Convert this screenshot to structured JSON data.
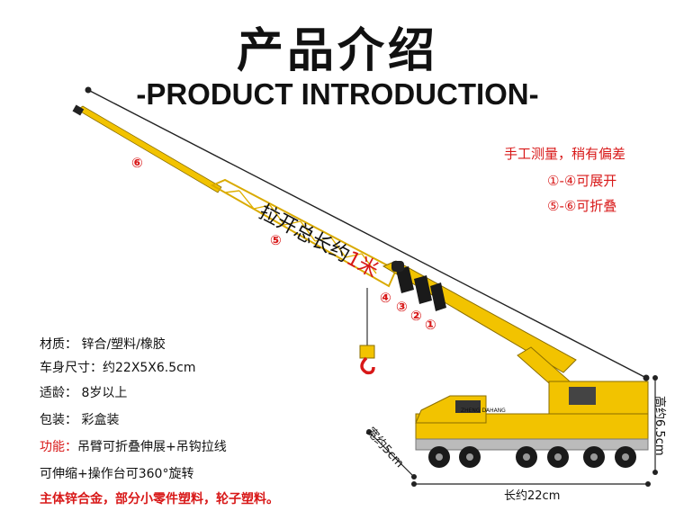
{
  "title_cn": "产品介绍",
  "title_en": "-PRODUCT INTRODUCTION-",
  "notes": {
    "measure": "手工测量，稍有偏差",
    "expand": "①-④可展开",
    "fold": "⑤-⑥可折叠"
  },
  "boom_length": {
    "prefix": "拉开总长约",
    "value": "1米"
  },
  "markers": [
    "⑥",
    "⑤",
    "④",
    "③",
    "②",
    "①"
  ],
  "dimensions": {
    "width": "宽约5cm",
    "height": "高约6.5cm",
    "length": "长约22cm"
  },
  "specs": {
    "material": "材质：  锌合/塑料/橡胶",
    "size": "车身尺寸：约22X5X6.5cm",
    "age": "适龄：  8岁以上",
    "package": "包装：  彩盒装",
    "function_label": "功能：",
    "function_value": "吊臂可折叠伸展+吊钩拉线",
    "rotation": "可伸缩+操作台可360°旋转",
    "note": "主体锌合金，部分小零件塑料，轮子塑料。"
  },
  "truck_text": "ZHENG DAHANG",
  "colors": {
    "yellow": "#f2c300",
    "red": "#d81818",
    "dark": "#1a1a1a"
  }
}
